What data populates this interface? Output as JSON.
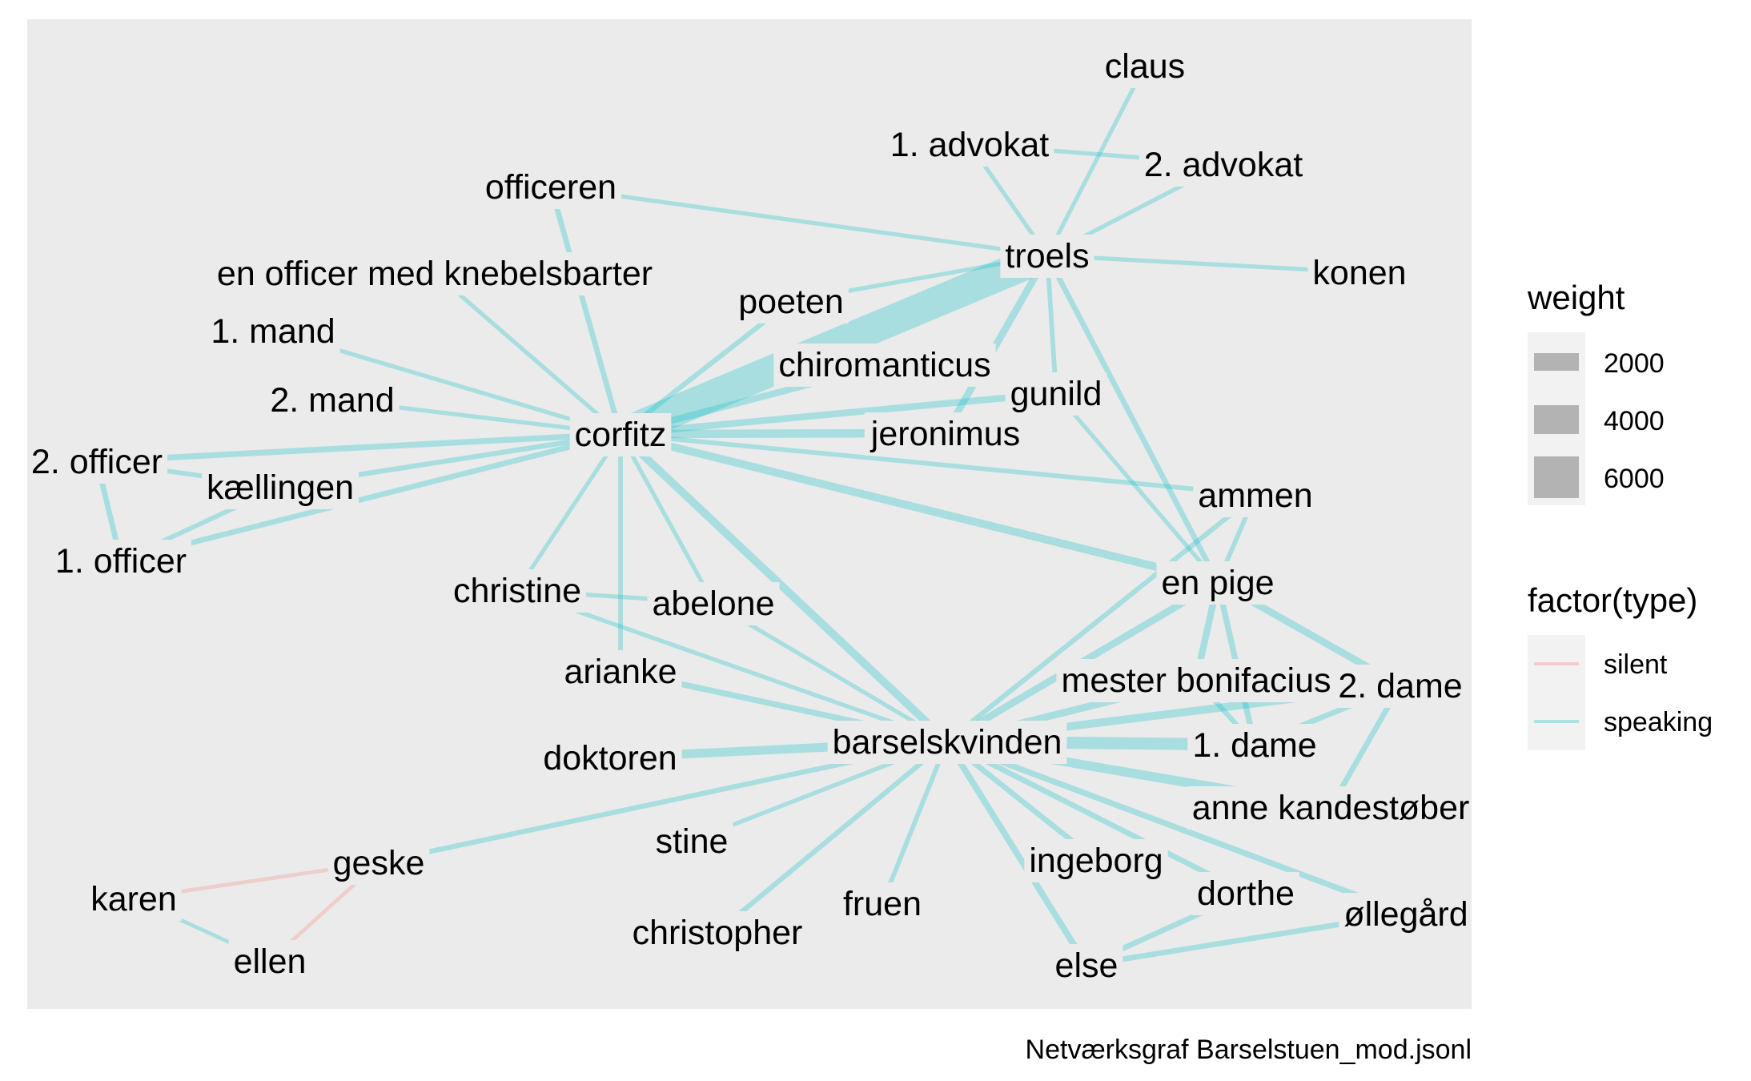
{
  "caption": "Netværksgraf Barselstuen_mod.jsonl",
  "colors": {
    "panel_background": "#EBEBEB",
    "speaking": "#00BFC4",
    "silent": "#F8766D",
    "legend_key_fill": "#B3B3B3",
    "legend_key_background": "#F2F2F2"
  },
  "legend": {
    "weight": {
      "title": "weight",
      "items": [
        {
          "label": "2000",
          "value": 2000
        },
        {
          "label": "4000",
          "value": 4000
        },
        {
          "label": "6000",
          "value": 6000
        }
      ]
    },
    "type": {
      "title": "factor(type)",
      "items": [
        {
          "label": "silent",
          "type": "silent"
        },
        {
          "label": "speaking",
          "type": "speaking"
        }
      ]
    }
  },
  "nodes": [
    {
      "id": "claus",
      "label": "claus"
    },
    {
      "id": "advokat1",
      "label": "1. advokat"
    },
    {
      "id": "advokat2",
      "label": "2. advokat"
    },
    {
      "id": "officeren",
      "label": "officeren"
    },
    {
      "id": "troels",
      "label": "troels"
    },
    {
      "id": "konen",
      "label": "konen"
    },
    {
      "id": "knebel",
      "label": "en officer med knebelsbarter"
    },
    {
      "id": "poeten",
      "label": "poeten"
    },
    {
      "id": "mand1",
      "label": "1. mand"
    },
    {
      "id": "chiromanticus",
      "label": "chiromanticus"
    },
    {
      "id": "gunild",
      "label": "gunild"
    },
    {
      "id": "mand2",
      "label": "2. mand"
    },
    {
      "id": "corfitz",
      "label": "corfitz"
    },
    {
      "id": "jeronimus",
      "label": "jeronimus"
    },
    {
      "id": "officer2",
      "label": "2. officer"
    },
    {
      "id": "kaellingen",
      "label": "kællingen"
    },
    {
      "id": "ammen",
      "label": "ammen"
    },
    {
      "id": "officer1",
      "label": "1. officer"
    },
    {
      "id": "enpige",
      "label": "en pige"
    },
    {
      "id": "christine",
      "label": "christine"
    },
    {
      "id": "abelone",
      "label": "abelone"
    },
    {
      "id": "arianke",
      "label": "arianke"
    },
    {
      "id": "bonifacius",
      "label": "mester bonifacius"
    },
    {
      "id": "dame2",
      "label": "2. dame"
    },
    {
      "id": "barselskvinden",
      "label": "barselskvinden"
    },
    {
      "id": "doktoren",
      "label": "doktoren"
    },
    {
      "id": "dame1",
      "label": "1. dame"
    },
    {
      "id": "kandestober",
      "label": "anne kandestøber"
    },
    {
      "id": "stine",
      "label": "stine"
    },
    {
      "id": "ingeborg",
      "label": "ingeborg"
    },
    {
      "id": "geske",
      "label": "geske"
    },
    {
      "id": "karen",
      "label": "karen"
    },
    {
      "id": "dorthe",
      "label": "dorthe"
    },
    {
      "id": "fruen",
      "label": "fruen"
    },
    {
      "id": "ollegard",
      "label": "øllegård"
    },
    {
      "id": "christopher",
      "label": "christopher"
    },
    {
      "id": "ellen",
      "label": "ellen"
    },
    {
      "id": "else",
      "label": "else"
    }
  ],
  "edges": [
    {
      "source": "troels",
      "target": "claus",
      "type": "speaking",
      "weight": 600
    },
    {
      "source": "troels",
      "target": "advokat1",
      "type": "speaking",
      "weight": 600
    },
    {
      "source": "troels",
      "target": "advokat2",
      "type": "speaking",
      "weight": 600
    },
    {
      "source": "troels",
      "target": "konen",
      "type": "speaking",
      "weight": 600
    },
    {
      "source": "troels",
      "target": "officeren",
      "type": "speaking",
      "weight": 600
    },
    {
      "source": "troels",
      "target": "poeten",
      "type": "speaking",
      "weight": 600
    },
    {
      "source": "troels",
      "target": "jeronimus",
      "type": "speaking",
      "weight": 1300
    },
    {
      "source": "troels",
      "target": "gunild",
      "type": "speaking",
      "weight": 700
    },
    {
      "source": "troels",
      "target": "enpige",
      "type": "speaking",
      "weight": 900
    },
    {
      "source": "troels",
      "target": "corfitz",
      "type": "speaking",
      "weight": 7000
    },
    {
      "source": "advokat1",
      "target": "advokat2",
      "type": "speaking",
      "weight": 600
    },
    {
      "source": "corfitz",
      "target": "officeren",
      "type": "speaking",
      "weight": 900
    },
    {
      "source": "corfitz",
      "target": "knebel",
      "type": "speaking",
      "weight": 600
    },
    {
      "source": "corfitz",
      "target": "poeten",
      "type": "speaking",
      "weight": 800
    },
    {
      "source": "corfitz",
      "target": "mand1",
      "type": "speaking",
      "weight": 600
    },
    {
      "source": "corfitz",
      "target": "mand2",
      "type": "speaking",
      "weight": 600
    },
    {
      "source": "corfitz",
      "target": "chiromanticus",
      "type": "speaking",
      "weight": 1200
    },
    {
      "source": "corfitz",
      "target": "gunild",
      "type": "speaking",
      "weight": 1200
    },
    {
      "source": "corfitz",
      "target": "jeronimus",
      "type": "speaking",
      "weight": 1600
    },
    {
      "source": "corfitz",
      "target": "officer2",
      "type": "speaking",
      "weight": 1000
    },
    {
      "source": "corfitz",
      "target": "kaellingen",
      "type": "speaking",
      "weight": 800
    },
    {
      "source": "corfitz",
      "target": "officer1",
      "type": "speaking",
      "weight": 900
    },
    {
      "source": "corfitz",
      "target": "christine",
      "type": "speaking",
      "weight": 600
    },
    {
      "source": "corfitz",
      "target": "abelone",
      "type": "speaking",
      "weight": 600
    },
    {
      "source": "corfitz",
      "target": "arianke",
      "type": "speaking",
      "weight": 700
    },
    {
      "source": "corfitz",
      "target": "ammen",
      "type": "speaking",
      "weight": 700
    },
    {
      "source": "corfitz",
      "target": "enpige",
      "type": "speaking",
      "weight": 1500
    },
    {
      "source": "corfitz",
      "target": "barselskvinden",
      "type": "speaking",
      "weight": 1500
    },
    {
      "source": "officer2",
      "target": "officer1",
      "type": "speaking",
      "weight": 900
    },
    {
      "source": "officer2",
      "target": "kaellingen",
      "type": "speaking",
      "weight": 700
    },
    {
      "source": "kaellingen",
      "target": "officer1",
      "type": "speaking",
      "weight": 700
    },
    {
      "source": "christine",
      "target": "abelone",
      "type": "speaking",
      "weight": 600
    },
    {
      "source": "christine",
      "target": "barselskvinden",
      "type": "speaking",
      "weight": 600
    },
    {
      "source": "abelone",
      "target": "barselskvinden",
      "type": "speaking",
      "weight": 600
    },
    {
      "source": "arianke",
      "target": "barselskvinden",
      "type": "speaking",
      "weight": 1000
    },
    {
      "source": "gunild",
      "target": "enpige",
      "type": "speaking",
      "weight": 600
    },
    {
      "source": "ammen",
      "target": "enpige",
      "type": "speaking",
      "weight": 700
    },
    {
      "source": "ammen",
      "target": "barselskvinden",
      "type": "speaking",
      "weight": 800
    },
    {
      "source": "enpige",
      "target": "barselskvinden",
      "type": "speaking",
      "weight": 1300
    },
    {
      "source": "enpige",
      "target": "bonifacius",
      "type": "speaking",
      "weight": 1200
    },
    {
      "source": "enpige",
      "target": "dame2",
      "type": "speaking",
      "weight": 1300
    },
    {
      "source": "enpige",
      "target": "dame1",
      "type": "speaking",
      "weight": 1000
    },
    {
      "source": "barselskvinden",
      "target": "bonifacius",
      "type": "speaking",
      "weight": 1300
    },
    {
      "source": "barselskvinden",
      "target": "dame2",
      "type": "speaking",
      "weight": 1500
    },
    {
      "source": "barselskvinden",
      "target": "dame1",
      "type": "speaking",
      "weight": 2500
    },
    {
      "source": "barselskvinden",
      "target": "kandestober",
      "type": "speaking",
      "weight": 1800
    },
    {
      "source": "barselskvinden",
      "target": "doktoren",
      "type": "speaking",
      "weight": 1700
    },
    {
      "source": "barselskvinden",
      "target": "geske",
      "type": "speaking",
      "weight": 800
    },
    {
      "source": "barselskvinden",
      "target": "stine",
      "type": "speaking",
      "weight": 600
    },
    {
      "source": "barselskvinden",
      "target": "christopher",
      "type": "speaking",
      "weight": 800
    },
    {
      "source": "barselskvinden",
      "target": "fruen",
      "type": "speaking",
      "weight": 700
    },
    {
      "source": "barselskvinden",
      "target": "else",
      "type": "speaking",
      "weight": 1100
    },
    {
      "source": "barselskvinden",
      "target": "ingeborg",
      "type": "speaking",
      "weight": 900
    },
    {
      "source": "barselskvinden",
      "target": "dorthe",
      "type": "speaking",
      "weight": 900
    },
    {
      "source": "barselskvinden",
      "target": "ollegard",
      "type": "speaking",
      "weight": 1000
    },
    {
      "source": "dame2",
      "target": "dame1",
      "type": "speaking",
      "weight": 900
    },
    {
      "source": "dame2",
      "target": "kandestober",
      "type": "speaking",
      "weight": 900
    },
    {
      "source": "bonifacius",
      "target": "dame1",
      "type": "speaking",
      "weight": 800
    },
    {
      "source": "else",
      "target": "dorthe",
      "type": "speaking",
      "weight": 900
    },
    {
      "source": "else",
      "target": "ollegard",
      "type": "speaking",
      "weight": 900
    },
    {
      "source": "karen",
      "target": "ellen",
      "type": "speaking",
      "weight": 500
    },
    {
      "source": "geske",
      "target": "karen",
      "type": "silent",
      "weight": 500
    },
    {
      "source": "geske",
      "target": "ellen",
      "type": "silent",
      "weight": 500
    }
  ]
}
